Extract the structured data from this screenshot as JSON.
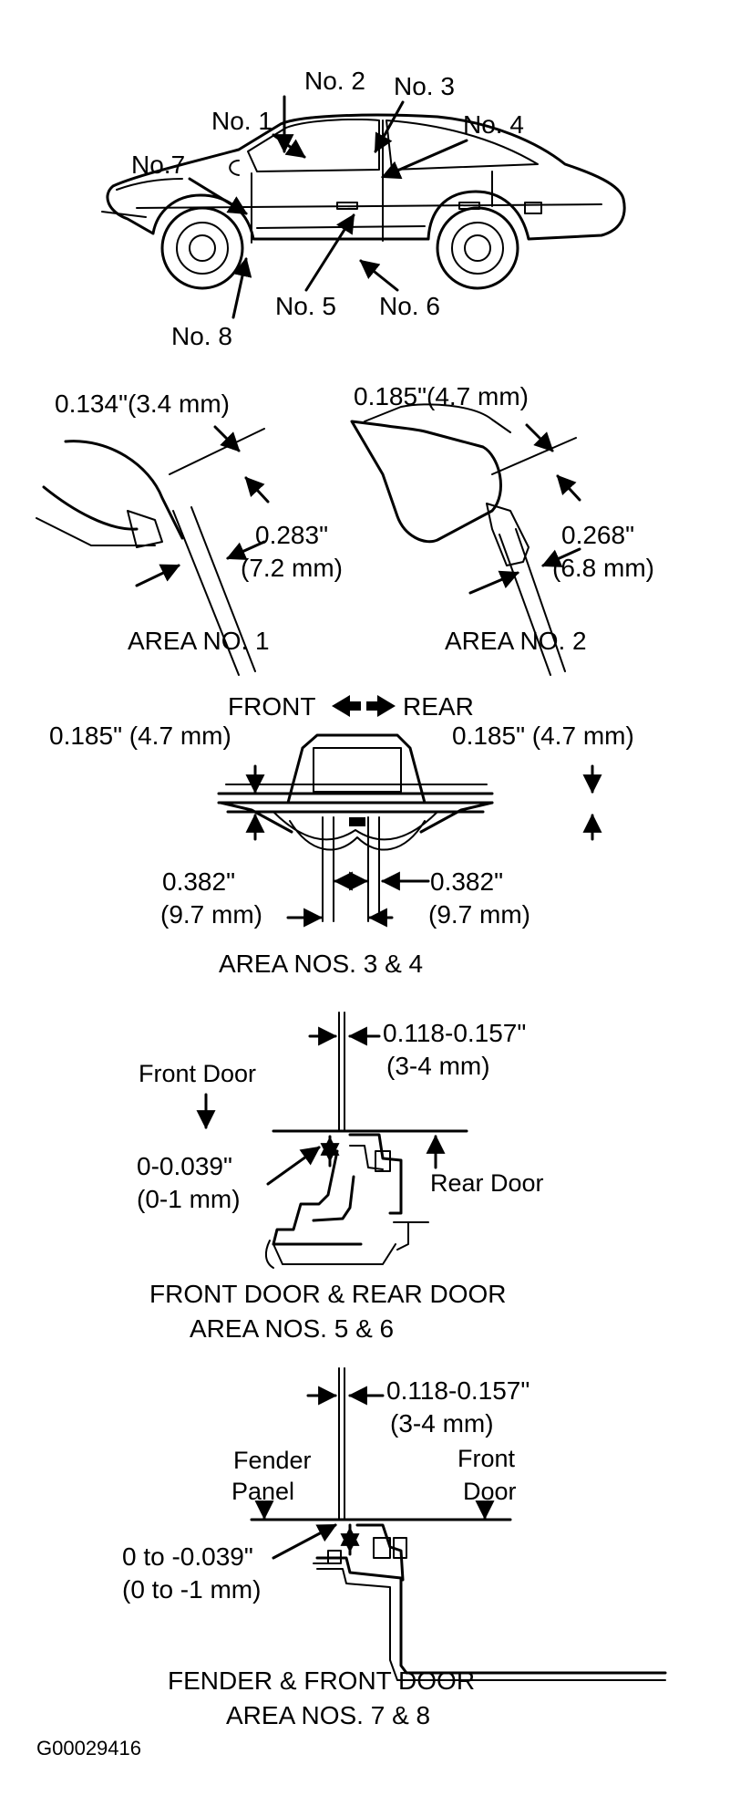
{
  "car": {
    "labels": {
      "no1": "No. 1",
      "no2": "No. 2",
      "no3": "No. 3",
      "no4": "No. 4",
      "no5": "No. 5",
      "no6": "No. 6",
      "no7": "No.7",
      "no8": "No. 8"
    }
  },
  "area1": {
    "dim_a": "0.134\"(3.4 mm)",
    "dim_b1": "0.283\"",
    "dim_b2": "(7.2 mm)",
    "caption": "AREA NO. 1"
  },
  "area2": {
    "dim_a": "0.185\"(4.7 mm)",
    "dim_b1": "0.268\"",
    "dim_b2": "(6.8 mm)",
    "caption": "AREA NO. 2"
  },
  "area34": {
    "front": "FRONT",
    "rear": "REAR",
    "dim_left": "0.185\" (4.7 mm)",
    "dim_right": "0.185\" (4.7 mm)",
    "dim_bl1": "0.382\"",
    "dim_bl2": "(9.7 mm)",
    "dim_br1": "0.382\"",
    "dim_br2": "(9.7 mm)",
    "caption": "AREA  NOS. 3 & 4"
  },
  "area56": {
    "gap1": "0.118-0.157\"",
    "gap2": "(3-4 mm)",
    "front_door": "Front Door",
    "rear_door": "Rear Door",
    "flush1": "0-0.039\"",
    "flush2": "(0-1 mm)",
    "caption1": "FRONT DOOR & REAR DOOR",
    "caption2": "AREA NOS. 5 & 6"
  },
  "area78": {
    "gap1": "0.118-0.157\"",
    "gap2": "(3-4 mm)",
    "fender1": "Fender",
    "fender2": "Panel",
    "door1": "Front",
    "door2": "Door",
    "flush1": "0 to -0.039\"",
    "flush2": "(0 to -1 mm)",
    "caption1": "FENDER & FRONT DOOR",
    "caption2": "AREA NOS. 7 & 8"
  },
  "figure_code": "G00029416"
}
